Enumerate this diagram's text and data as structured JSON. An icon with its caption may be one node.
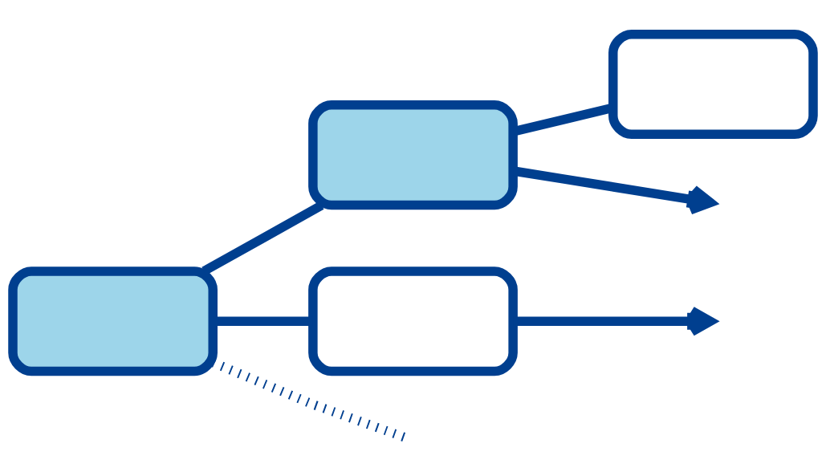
{
  "diagram": {
    "nodes": [
      {
        "text": [],
        "shape": "box"
      },
      {
        "text": [],
        "shape": "box"
      },
      {
        "text": [],
        "shape": "box"
      },
      {
        "text": [],
        "shape": "box"
      }
    ],
    "edges": [
      {
        "from": 0,
        "to": 1,
        "arrow": "none"
      },
      {
        "from": 1,
        "to": null,
        "arrow": "to"
      },
      {
        "from": 1,
        "to": 2,
        "arrow": "none"
      },
      {
        "from": 0,
        "to": null,
        "arrow": "none",
        "style": "dashed"
      },
      {
        "from": 0,
        "to": 3,
        "arrow": "none"
      },
      {
        "from": 3,
        "to": null,
        "arrow": "to"
      }
    ]
  }
}
